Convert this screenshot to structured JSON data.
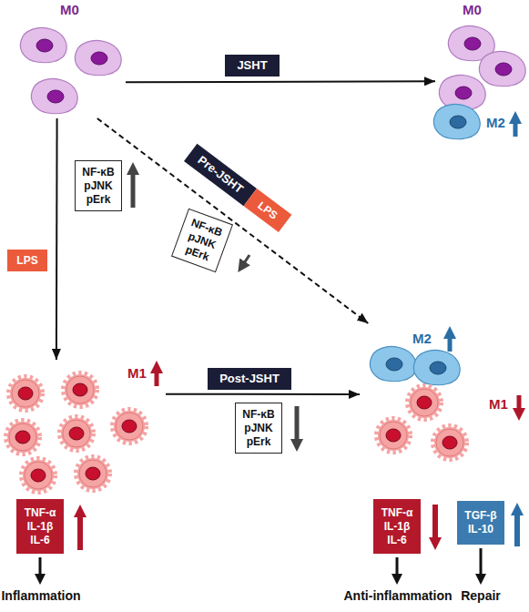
{
  "diagram": {
    "nodes": [
      {
        "text": [
          "M0"
        ]
      },
      {
        "text": [
          "M0",
          "M2"
        ]
      },
      {
        "text": [
          "M1"
        ]
      },
      {
        "text": [
          "M2",
          "M1"
        ]
      },
      {
        "text": [
          "JSHT"
        ]
      },
      {
        "text": [
          "LPS"
        ]
      },
      {
        "text": [
          "NF-κB pJNK pErk"
        ]
      },
      {
        "text": [
          "Pre-JSHT"
        ]
      },
      {
        "text": [
          "LPS"
        ]
      },
      {
        "text": [
          "NF-κB pJNK pErk"
        ]
      },
      {
        "text": [
          "Post-JSHT"
        ]
      },
      {
        "text": [
          "NF-κB pJNK pErk"
        ]
      },
      {
        "text": [
          "TNF-α IL-1β IL-6"
        ]
      },
      {
        "text": [
          "TNF-α IL-1β IL-6"
        ]
      },
      {
        "text": [
          "TGF-β IL-10"
        ]
      }
    ],
    "edges": [
      {
        "from": 0,
        "to": 1,
        "arrow": "to"
      },
      {
        "from": 0,
        "to": 2,
        "arrow": "to"
      },
      {
        "from": 0,
        "to": 3,
        "arrow": "to"
      },
      {
        "from": 2,
        "to": 3,
        "arrow": "to"
      }
    ],
    "labels": [
      "Inflammation",
      "Anti-inflammation",
      "Repair"
    ]
  }
}
